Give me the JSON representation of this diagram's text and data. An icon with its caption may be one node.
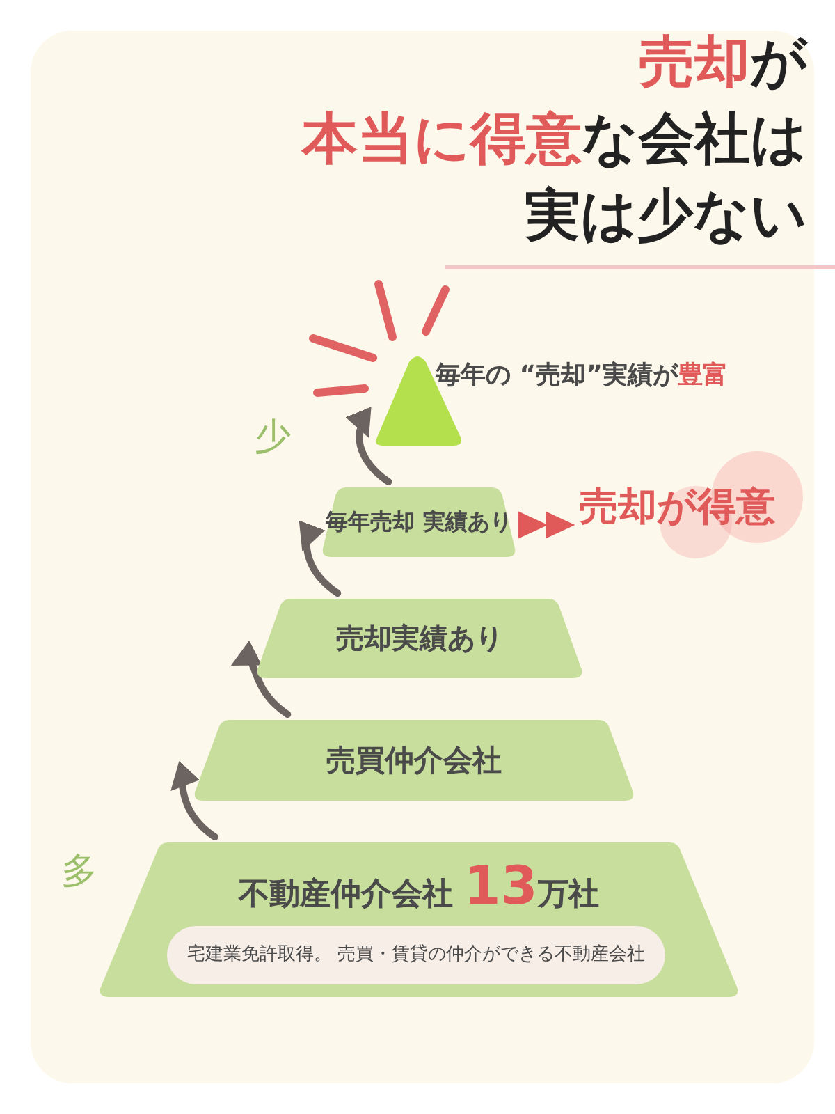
{
  "diagram": {
    "title": "**売却**が**本当に得意**な会社は実は少ない",
    "nodes": [
      {
        "text": [
          "毎年の “売却”実績が**豊富**"
        ]
      },
      {
        "text": [
          "毎年売却 実績あり"
        ]
      },
      {
        "text": [
          "売却実績あり"
        ]
      },
      {
        "text": [
          "売買仲介会社"
        ]
      },
      {
        "text": [
          "不動産仲介会社 **13**万社"
        ]
      },
      {
        "text": [
          "宅建業免許取得。 売買・賃貸の仲介ができる不動産会社"
        ],
        "in": 4
      },
      {
        "text": [
          "売却が得意"
        ]
      }
    ],
    "edges": [
      {
        "from": 4,
        "to": 3,
        "arrow": "to"
      },
      {
        "from": 3,
        "to": 2,
        "arrow": "to"
      },
      {
        "from": 2,
        "to": 1,
        "arrow": "to"
      },
      {
        "from": 1,
        "to": 0,
        "arrow": "to"
      },
      {
        "from": 1,
        "to": 6,
        "arrow": "to",
        "color": "#e05a5a"
      }
    ],
    "labels": [
      "少",
      "多"
    ]
  }
}
